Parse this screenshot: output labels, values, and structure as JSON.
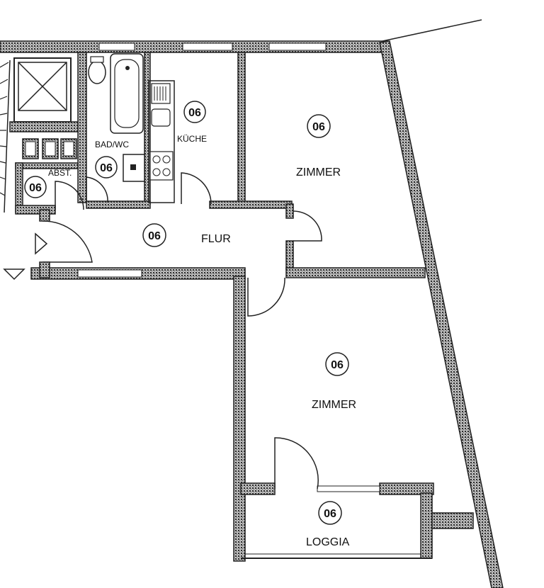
{
  "rooms": {
    "bad_wc": {
      "label": "BAD/WC",
      "number": "06"
    },
    "kueche": {
      "label": "KÜCHE",
      "number": "06"
    },
    "abst": {
      "label": "ABST.",
      "number": "06"
    },
    "flur": {
      "label": "FLUR",
      "number": "06"
    },
    "zimmer_1": {
      "label": "ZIMMER",
      "number": "06"
    },
    "zimmer_2": {
      "label": "ZIMMER",
      "number": "06"
    },
    "loggia": {
      "label": "LOGGIA",
      "number": "06"
    }
  }
}
